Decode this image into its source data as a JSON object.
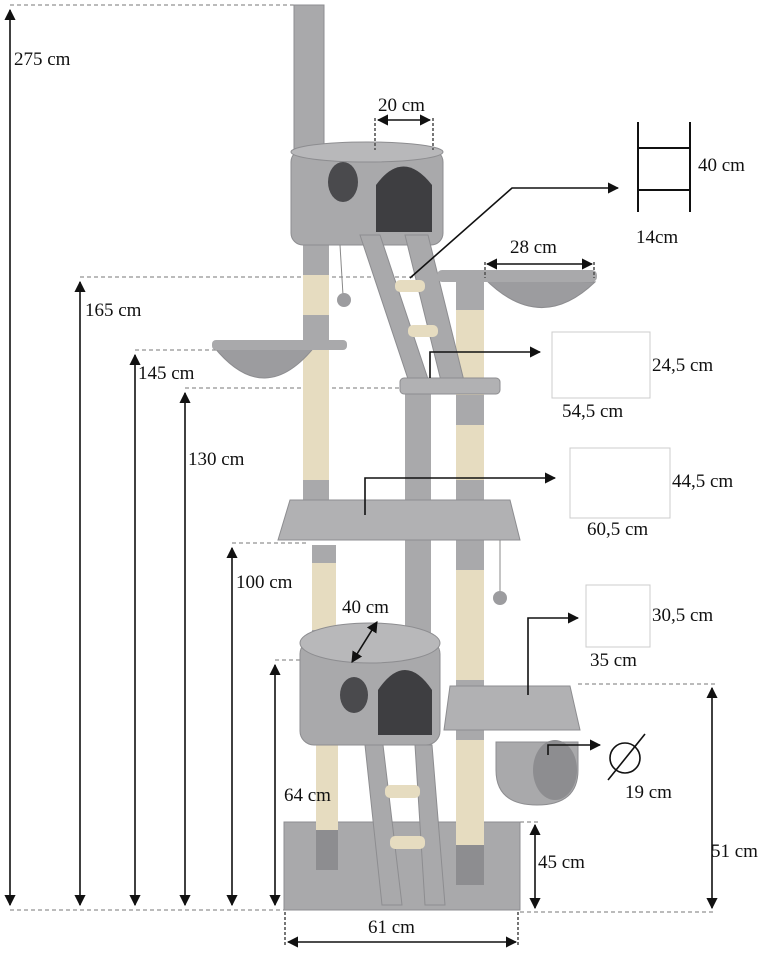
{
  "height_labels": {
    "total": "275 cm",
    "h165": "165 cm",
    "h145": "145 cm",
    "h130": "130 cm",
    "h100": "100 cm",
    "h64": "64 cm",
    "h45": "45 cm",
    "h51": "51 cm"
  },
  "width_labels": {
    "top_house_opening": "20 cm",
    "lower_house": "40 cm",
    "base": "61 cm",
    "top_hammock": "28 cm"
  },
  "detail_labels": {
    "ladder_height": "40 cm",
    "ladder_width": "14cm",
    "platform_small_h": "24,5 cm",
    "platform_small_w": "54,5 cm",
    "platform_mid_h": "44,5 cm",
    "platform_mid_w": "60,5 cm",
    "platform_side_h": "30,5 cm",
    "platform_side_w": "35 cm",
    "tunnel_diameter": "19 cm"
  },
  "colors": {
    "plush": "#a9a9ab",
    "plush_dark": "#8d8d90",
    "sisal": "#e6dcc0",
    "line": "#111111"
  }
}
